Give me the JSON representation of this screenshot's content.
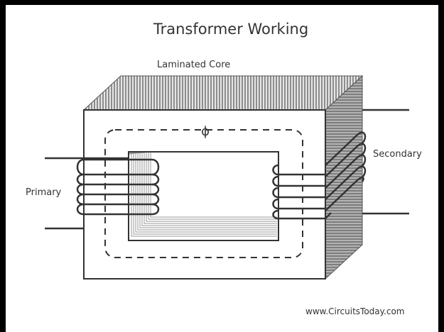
{
  "title": "Transformer Working",
  "labels": {
    "core": "Laminated Core",
    "flux_symbol": "ϕ",
    "primary": "Primary",
    "secondary": "Secondary",
    "credit": "www.CircuitsToday.com"
  },
  "colors": {
    "background": "#000000",
    "panel": "#ffffff",
    "line": "#333333",
    "core_side": "#8a8a8a",
    "core_top": "#9c9c9c"
  }
}
